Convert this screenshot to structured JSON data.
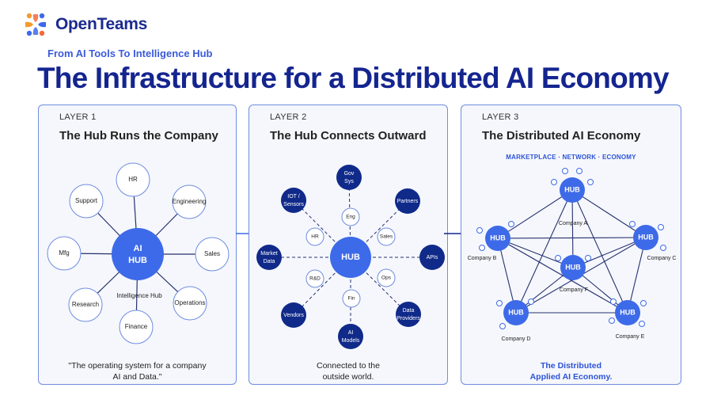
{
  "brand": {
    "name": "OpenTeams"
  },
  "header": {
    "subtitle": "From AI Tools To Intelligence Hub",
    "title": "The Infrastructure for a Distributed AI Economy"
  },
  "colors": {
    "navy": "#14258f",
    "accent": "#2d53d6",
    "node_blue": "#3d6ae8",
    "dark_node": "#102a8a"
  },
  "layer1": {
    "label": "LAYER 1",
    "title": "The Hub Runs the Company",
    "hub_lines": [
      "AI",
      "HUB"
    ],
    "hub_caption": "Intelligence Hub",
    "nodes": [
      "HR",
      "Engineering",
      "Sales",
      "Operations",
      "Finance",
      "Research",
      "Mfg",
      "Support"
    ],
    "caption_lines": [
      "\"The operating system for a company",
      "AI and Data.\""
    ]
  },
  "layer2": {
    "label": "LAYER 2",
    "title": "The Hub Connects Outward",
    "hub": "HUB",
    "inner_nodes": [
      "Eng",
      "Sales",
      "Ops",
      "Fin",
      "R&D",
      "HR"
    ],
    "outer_nodes": [
      [
        "Gov",
        "Sys"
      ],
      [
        "Partners"
      ],
      [
        "APIs"
      ],
      [
        "Data",
        "Providers"
      ],
      [
        "AI",
        "Models"
      ],
      [
        "Vendors"
      ],
      [
        "Market",
        "Data"
      ],
      [
        "IOT /",
        "Sensors"
      ]
    ],
    "caption_lines": [
      "Connected to the",
      "outside world."
    ]
  },
  "layer3": {
    "label": "LAYER 3",
    "title": "The Distributed AI Economy",
    "tagline": "MARKETPLACE · NETWORK · ECONOMY",
    "hub_label": "HUB",
    "companies": [
      "Company A",
      "Company B",
      "Company C",
      "Company D",
      "Company E",
      "Company F"
    ],
    "caption_lines": [
      "The Distributed",
      "Applied AI Economy."
    ]
  }
}
